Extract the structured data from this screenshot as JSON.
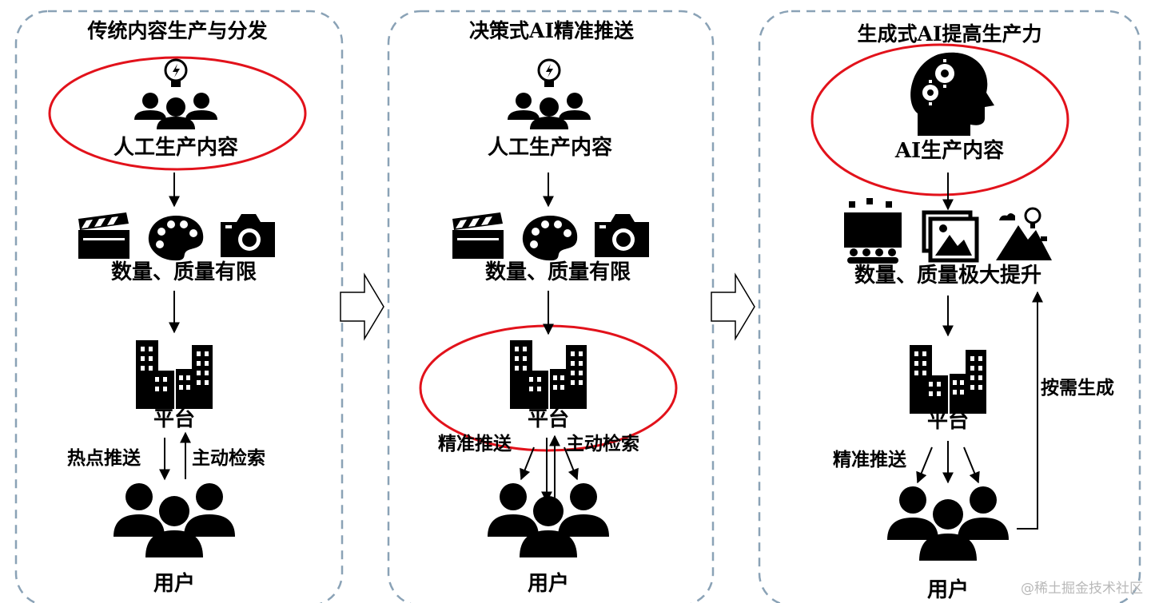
{
  "panels": [
    {
      "title": "传统内容生产与分发",
      "producer_label": "人工生产内容",
      "content_label": "数量、质量有限",
      "platform_label": "平台",
      "push_label": "热点推送",
      "search_label": "主动检索",
      "user_label": "用户"
    },
    {
      "title": "决策式AI精准推送",
      "producer_label": "人工生产内容",
      "content_label": "数量、质量有限",
      "platform_label": "平台",
      "push_label": "精准推送",
      "search_label": "主动检索",
      "user_label": "用户"
    },
    {
      "title": "生成式AI提高生产力",
      "producer_label": "AI生产内容",
      "content_label": "数量、质量极大提升",
      "platform_label": "平台",
      "push_label": "精准推送",
      "on_demand_label": "按需生成",
      "user_label": "用户"
    }
  ],
  "watermark": "@稀土掘金技术社区",
  "colors": {
    "panel_border": "#8aa2b6",
    "highlight_ellipse": "#e2121b",
    "icon": "#000000"
  },
  "icons": {
    "idea_team": "lightbulb-team-icon",
    "clapper": "clapperboard-icon",
    "palette": "palette-icon",
    "camera": "camera-icon",
    "platform": "buildings-icon",
    "users": "user-group-icon",
    "ai_head": "ai-head-gears-icon",
    "audience": "theater-audience-icon",
    "pictures": "image-gallery-icon",
    "scenery": "mountain-balloon-icon",
    "transition": "hollow-right-arrow-icon"
  }
}
